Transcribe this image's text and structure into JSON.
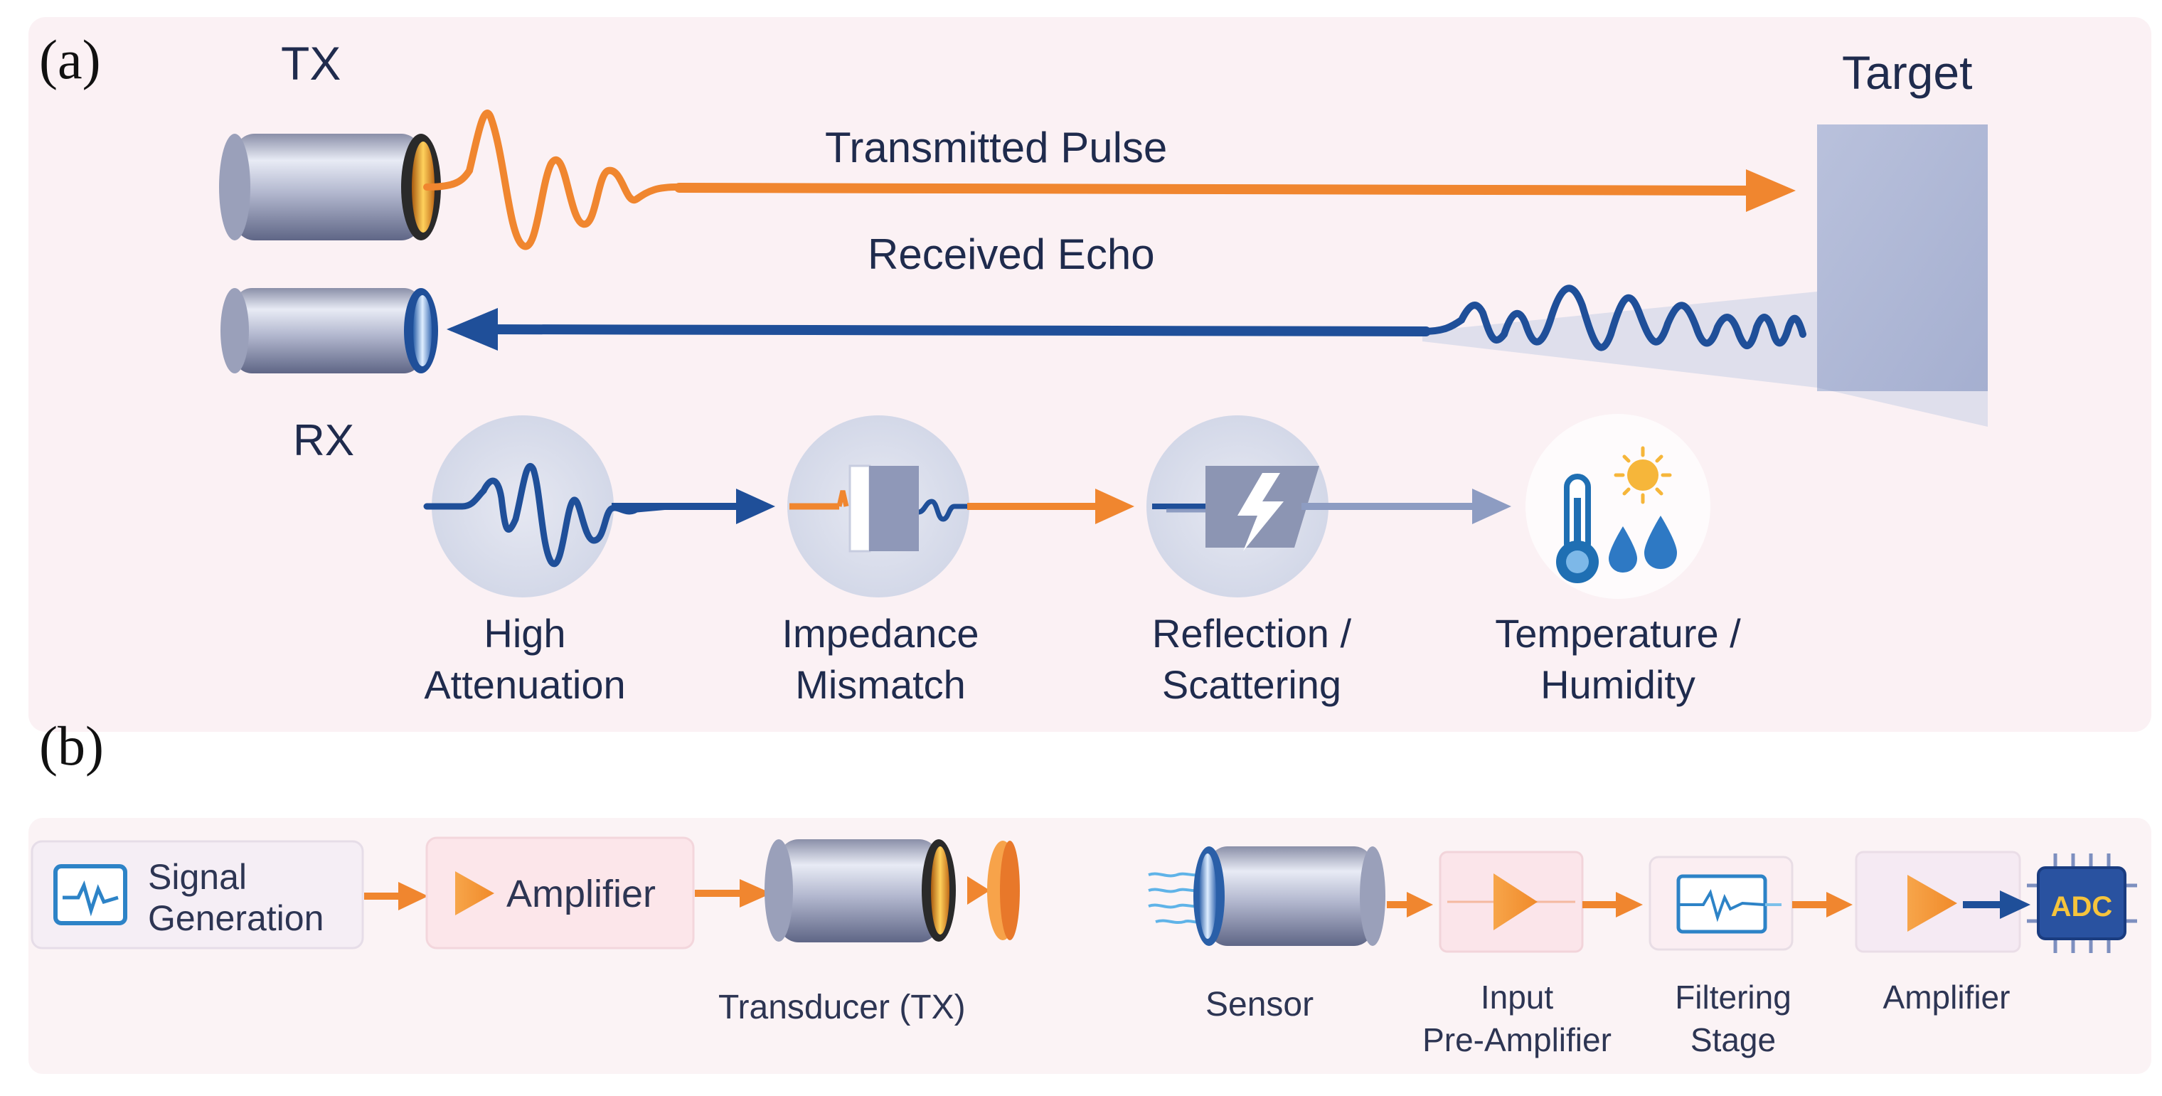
{
  "panel_a": {
    "label": "(a)",
    "tx_label": "TX",
    "rx_label": "RX",
    "target_label": "Target",
    "transmitted_label": "Transmitted Pulse",
    "echo_label": "Received Echo",
    "effects": [
      {
        "line1": "High",
        "line2": "Attenuation",
        "icon": "attenuating-wave-icon"
      },
      {
        "line1": "Impedance",
        "line2": "Mismatch",
        "icon": "impedance-block-icon"
      },
      {
        "line1": "Reflection /",
        "line2": "Scattering",
        "icon": "lightning-block-icon"
      },
      {
        "line1": "Temperature /",
        "line2": "Humidity",
        "icon": "thermometer-sun-droplets-icon"
      }
    ]
  },
  "panel_b": {
    "label": "(b)",
    "signal_generation_line1": "Signal",
    "signal_generation_line2": "Generation",
    "tx_amplifier_label": "Amplifier",
    "transducer_label": "Transducer (TX)",
    "sensor_label": "Sensor",
    "preamp_line1": "Input",
    "preamp_line2": "Pre-Amplifier",
    "filter_line1": "Filtering",
    "filter_line2": "Stage",
    "rx_amplifier_label": "Amplifier",
    "adc_label": "ADC"
  },
  "colors": {
    "orange": "#f0862f",
    "blue": "#1f4f99",
    "grey_blue": "#8d9cc2",
    "background": "#fbf1f4"
  }
}
